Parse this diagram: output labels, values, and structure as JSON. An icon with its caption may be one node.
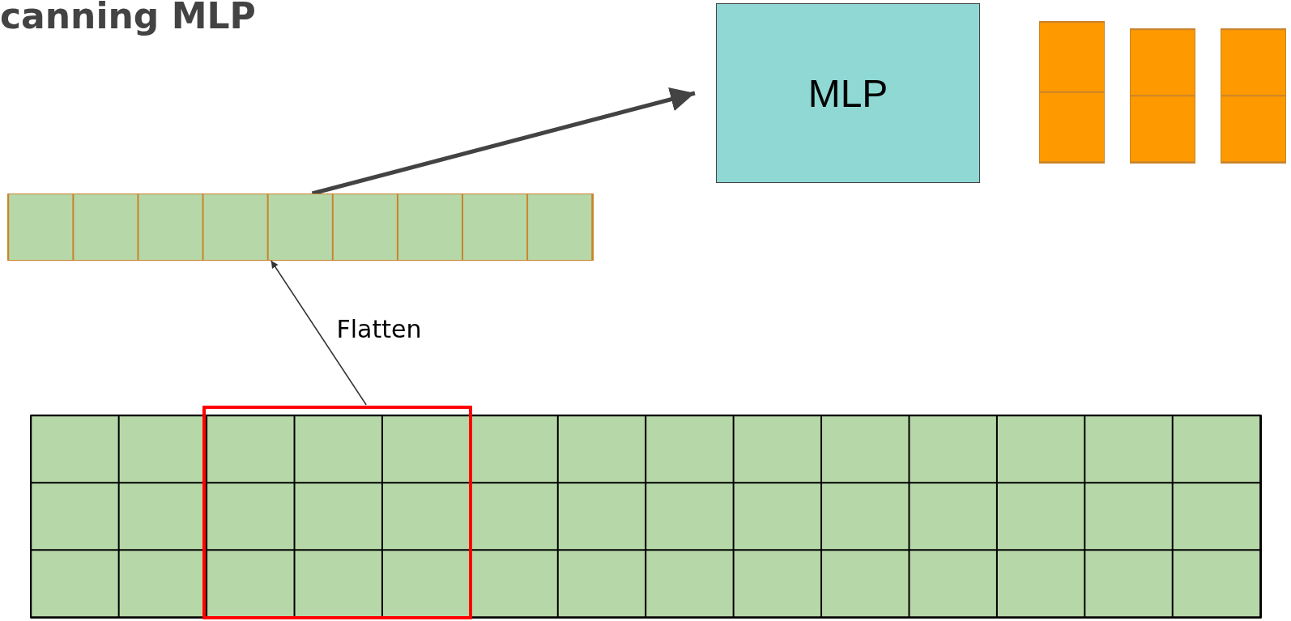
{
  "diagram": {
    "title": "canning MLP",
    "nodes": [
      {
        "text": [],
        "shape": "bar"
      },
      {
        "text": [
          "MLP"
        ]
      },
      {
        "text": [],
        "shape": "bar"
      },
      {
        "text": [],
        "shape": "bar"
      },
      {
        "text": [],
        "shape": "bar"
      },
      {
        "text": [],
        "shape": "box"
      },
      {
        "text": [],
        "shape": "box",
        "in": 5
      }
    ],
    "edges": [
      {
        "from": 6,
        "to": 0,
        "arrow": "to",
        "label": "Flatten"
      },
      {
        "from": 0,
        "to": 1,
        "arrow": "to",
        "style": "thick"
      }
    ]
  }
}
